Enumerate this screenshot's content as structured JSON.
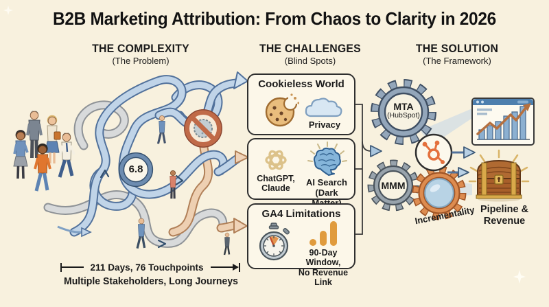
{
  "title": "B2B Marketing Attribution: From Chaos to Clarity in 2026",
  "sections": {
    "complexity": {
      "heading": "THE COMPLEXITY",
      "subheading": "(The Problem)"
    },
    "challenges": {
      "heading": "THE CHALLENGES",
      "subheading": "(Blind Spots)"
    },
    "solution": {
      "heading": "THE SOLUTION",
      "subheading": "(The Framework)"
    }
  },
  "complexity": {
    "avg_stakeholders": "6.8",
    "journey_measure": "211 Days, 76 Touchpoints",
    "caption": "Multiple Stakeholders, Long Journeys"
  },
  "challenges": {
    "boxes": [
      {
        "title": "Cookieless World",
        "caption": "Privacy"
      },
      {
        "left_line1": "ChatGPT,",
        "left_line2": "Claude",
        "right_line1": "AI Search",
        "right_line2": "(Dark Matter)"
      },
      {
        "title": "GA4 Limitations",
        "caption_line1": "90-Day Window,",
        "caption_line2": "No Revenue Link"
      }
    ]
  },
  "solution": {
    "gear_mta_line1": "MTA",
    "gear_mta_line2": "(HubSpot)",
    "gear_mmm": "MMM",
    "gear_incrementality": "Incrementality",
    "outcome_line1": "Pipeline &",
    "outcome_line2": "Revenue"
  },
  "icons": {
    "cookie-icon": "bitten cookie",
    "cloud-icon": "privacy cloud",
    "chatgpt-knot-icon": "AI knot logo",
    "brain-icon": "glowing brain",
    "stopwatch-icon": "stopwatch with 90-day wedge",
    "ga4-bars-icon": "analytics bars",
    "no-cookies-icon": "prohibition sign over cookie",
    "gear-mta-icon": "steel gear",
    "gear-mmm-icon": "steel gear",
    "gear-incrementality-icon": "orange gear with lens",
    "hubspot-sprocket-icon": "HubSpot sprocket",
    "chart-window-icon": "browser window with rising bar chart",
    "treasure-chest-icon": "treasure chest",
    "sparkle-icon": "four-point sparkle"
  },
  "palette": {
    "background": "#f8f1de",
    "ink": "#1b1b1b",
    "ribbon_blue": "#c0d4e8",
    "ribbon_gray": "#d8dadb",
    "ribbon_peach": "#eed0b2",
    "gear_steel": "#93a6ba",
    "gear_orange": "#dd8c50",
    "hubspot_orange": "#e4703d",
    "ga4_orange": "#e09b3d",
    "brain_blue": "#85b5da",
    "cookie_tan": "#e9bd7d",
    "prohibition_red": "#c06a48"
  }
}
